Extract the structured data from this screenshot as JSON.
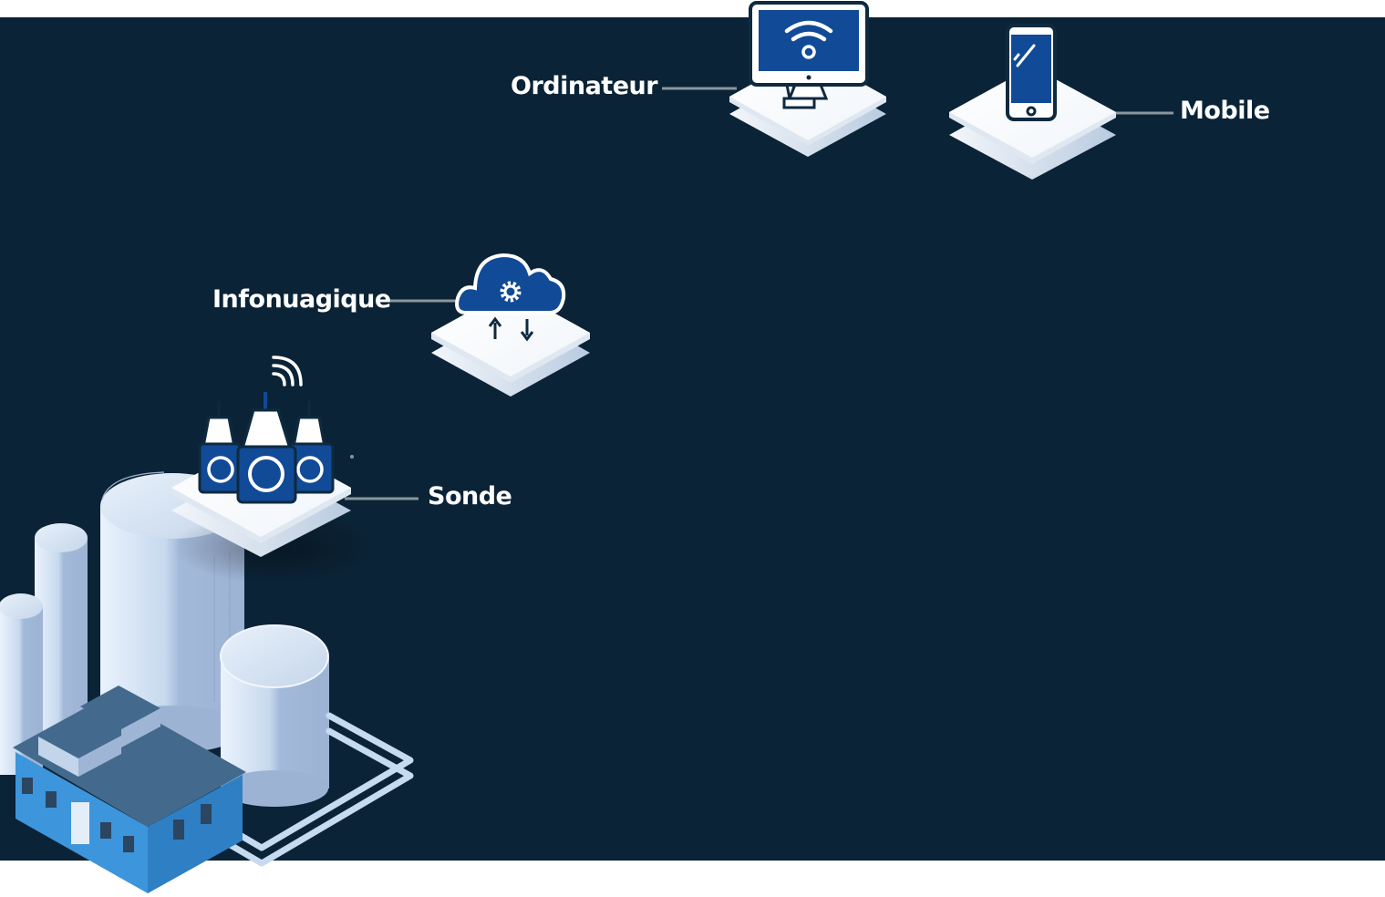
{
  "diagram": {
    "title": "",
    "colors": {
      "background_band": "#0b2336",
      "page_background": "#ffffff",
      "device_blue": "#114a96",
      "device_outline": "#0e2a3f",
      "platform_white": "#ffffff",
      "platform_shadow": "#c9d6e6",
      "connector_line": "#8a969e",
      "tank_light": "#e4eef9",
      "tank_mid": "#c3d5ea",
      "tank_dark": "#9fb5d6",
      "building_wall": "#3d8fd6",
      "building_roof": "#436a8c",
      "label_text": "#ffffff"
    },
    "nodes": [
      {
        "id": "ordinateur",
        "label": "Ordinateur",
        "icon": "desktop-wifi-icon"
      },
      {
        "id": "mobile",
        "label": "Mobile",
        "icon": "smartphone-icon"
      },
      {
        "id": "infonuagique",
        "label": "Infonuagique",
        "icon": "cloud-gear-icon"
      },
      {
        "id": "sonde",
        "label": "Sonde",
        "icon": "wireless-probe-icon"
      }
    ],
    "edges": [
      {
        "from": "sonde",
        "to": "infonuagique"
      },
      {
        "from": "infonuagique",
        "to": "ordinateur"
      },
      {
        "from": "infonuagique",
        "to": "mobile"
      }
    ],
    "scene_elements": [
      "storage-tanks",
      "industrial-building",
      "pipes"
    ]
  }
}
